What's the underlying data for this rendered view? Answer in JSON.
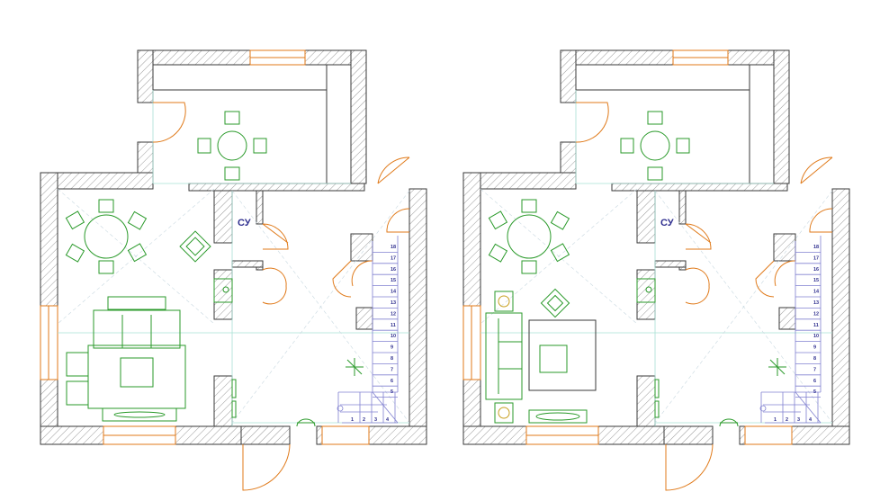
{
  "plans": [
    {
      "id": "plan-1",
      "bathroom_label": "СУ",
      "stair_numbers": [
        "18",
        "17",
        "16",
        "15",
        "14",
        "13",
        "12",
        "11",
        "10",
        "9",
        "8",
        "7",
        "6",
        "5"
      ],
      "stair_bottom_numbers": [
        "1",
        "2",
        "3",
        "4"
      ],
      "living_layout": "sofa-horizontal"
    },
    {
      "id": "plan-2",
      "bathroom_label": "СУ",
      "stair_numbers": [
        "18",
        "17",
        "16",
        "15",
        "14",
        "13",
        "12",
        "11",
        "10",
        "9",
        "8",
        "7",
        "6",
        "5"
      ],
      "stair_bottom_numbers": [
        "1",
        "2",
        "3",
        "4"
      ],
      "living_layout": "sofa-vertical"
    }
  ],
  "colors": {
    "wall_outline": "#3a3a3a",
    "wall_hatch": "#8a8a8a",
    "furniture": "#2a9a2a",
    "door": "#e07a1a",
    "stairs": "#8080d0",
    "axis": "#90d8c8",
    "label": "#2f2f8f"
  }
}
